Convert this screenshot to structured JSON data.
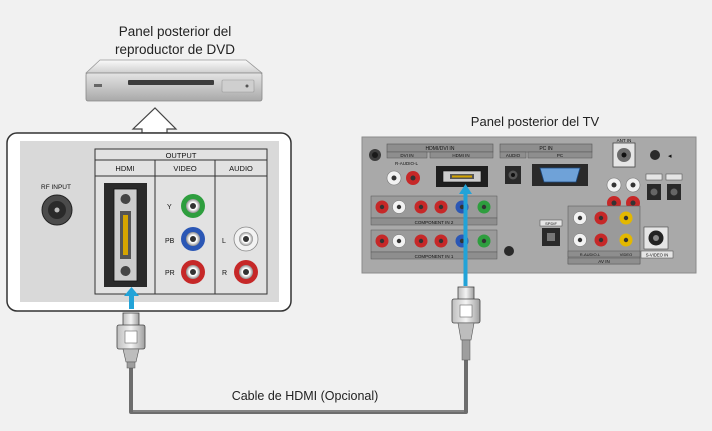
{
  "dvd_label_line1": "Panel posterior del",
  "dvd_label_line2": "reproductor de DVD",
  "tv_label": "Panel posterior del TV",
  "cable_label": "Cable de HDMI (Opcional)",
  "dvd_panel": {
    "output": "OUTPUT",
    "hdmi": "HDMI",
    "video": "VIDEO",
    "audio": "AUDIO",
    "rf_input": "RF INPUT",
    "y": "Y",
    "pb": "PB",
    "pr": "PR",
    "l": "L",
    "r": "R"
  },
  "tv_panel": {
    "hdmi_in_header": "HDMI/DVI IN",
    "dvi_in": "DVI IN",
    "hdmi_in": "HDMI IN",
    "audio_lr": "R-AUDIO-L",
    "pc_in": "PC IN",
    "audio": "AUDIO",
    "pc": "PC",
    "ant_in": "ANT IN",
    "component_in_2": "COMPONENT IN 2",
    "component_in_1": "COMPONENT IN 1",
    "av_in": "AV IN",
    "video": "VIDEO",
    "svideo_in": "S-VIDEO IN",
    "spdif": "SPDIF"
  },
  "colors": {
    "background": "#f1f1f1",
    "arrow": "#22a3d8",
    "cable": "#6d6d6d",
    "tv_panel": "#a9a9a9",
    "jack_green": "#2e9e3e",
    "jack_blue": "#2b57b5",
    "jack_red": "#c62828",
    "jack_yellow": "#e3b800"
  }
}
